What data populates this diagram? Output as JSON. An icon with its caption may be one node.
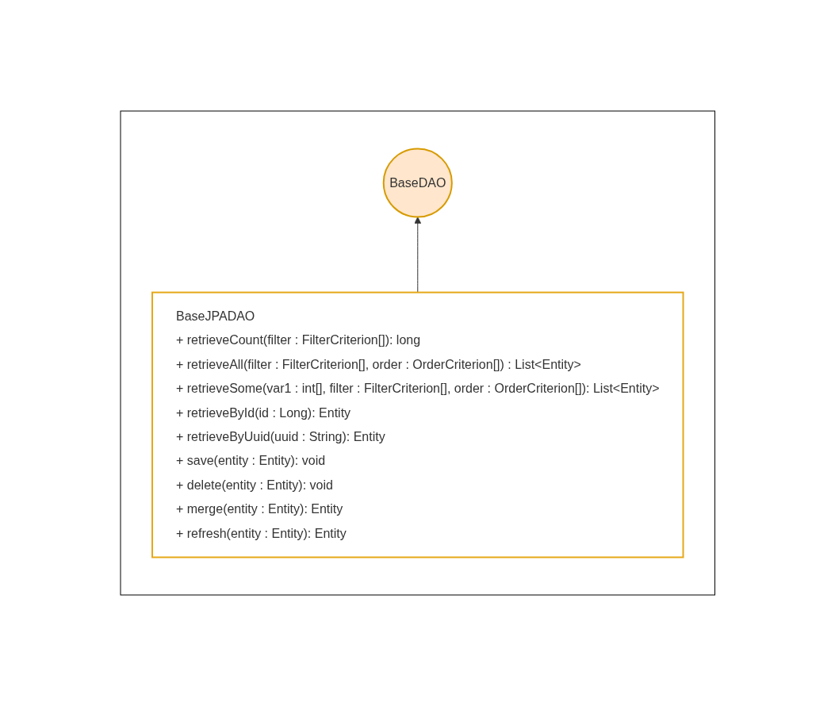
{
  "diagram": {
    "nodes": [
      {
        "text": [],
        "shape": "box"
      },
      {
        "text": [
          "BaseDAO"
        ],
        "in": 0
      },
      {
        "text": [
          "BaseJPADAO",
          "+ retrieveCount(filter : FilterCriterion[]): long",
          "+ retrieveAll(filter : FilterCriterion[], order : OrderCriterion[]) : List<Entity>",
          "+ retrieveSome(var1 : int[], filter : FilterCriterion[], order : OrderCriterion[]): List<Entity>",
          "+ retrieveById(id : Long): Entity",
          "+ retrieveByUuid(uuid : String): Entity",
          "+ save(entity : Entity): void",
          "+ delete(entity : Entity): void",
          "+ merge(entity : Entity): Entity",
          "+ refresh(entity : Entity): Entity"
        ],
        "in": 0
      }
    ],
    "edges": [
      {
        "from": 2,
        "to": 1,
        "arrow": "to"
      }
    ]
  }
}
